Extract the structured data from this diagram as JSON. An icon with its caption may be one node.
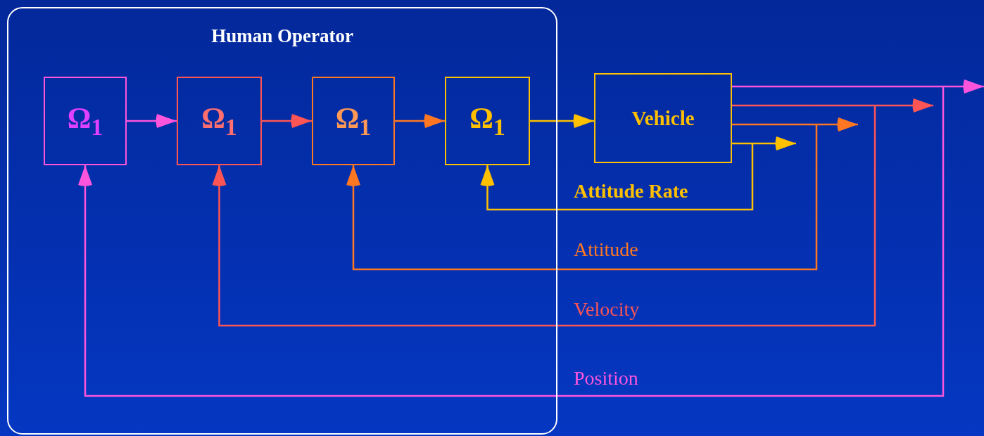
{
  "diagram": {
    "nodes": [
      {
        "text": [
          "Human Operator"
        ]
      },
      {
        "text": [
          "Ω$_{1}$"
        ],
        "in": 0
      },
      {
        "text": [
          "Ω$_{1}$"
        ],
        "in": 0
      },
      {
        "text": [
          "Ω$_{1}$"
        ],
        "in": 0
      },
      {
        "text": [
          "Ω$_{1}$"
        ],
        "in": 0
      },
      {
        "text": [
          "Vehicle"
        ]
      }
    ],
    "edges": [
      {
        "from": 1,
        "to": 2,
        "arrow": "to",
        "color": "#ff55dd"
      },
      {
        "from": 2,
        "to": 3,
        "arrow": "to",
        "color": "#ff5555"
      },
      {
        "from": 3,
        "to": 4,
        "arrow": "to",
        "color": "#ff7722"
      },
      {
        "from": 4,
        "to": 5,
        "arrow": "to",
        "color": "#ffc000"
      },
      {
        "from": 5,
        "to": null,
        "arrow": "to",
        "color": "#ff55dd"
      },
      {
        "from": 5,
        "to": null,
        "arrow": "to",
        "color": "#ff5555"
      },
      {
        "from": 5,
        "to": null,
        "arrow": "to",
        "color": "#ff7722"
      },
      {
        "from": 5,
        "to": null,
        "arrow": "to",
        "color": "#ffc000"
      },
      {
        "from": 5,
        "to": 4,
        "arrow": "to",
        "label": "Attitude Rate",
        "color": "#ffc000"
      },
      {
        "from": 5,
        "to": 3,
        "arrow": "to",
        "label": "Attitude",
        "color": "#ff7722"
      },
      {
        "from": 5,
        "to": 2,
        "arrow": "to",
        "label": "Velocity",
        "color": "#ff5555"
      },
      {
        "from": 5,
        "to": 1,
        "arrow": "to",
        "label": "Position",
        "color": "#ff55dd"
      }
    ]
  }
}
